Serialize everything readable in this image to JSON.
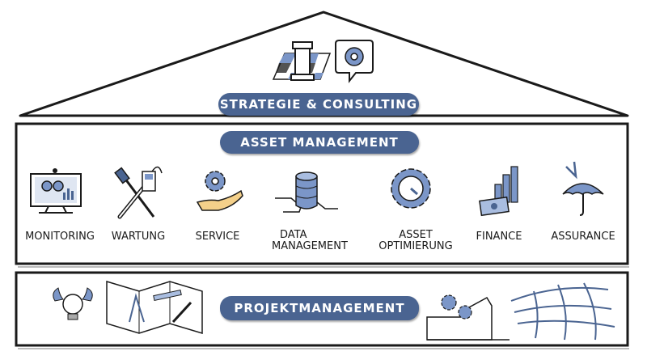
{
  "roof": {
    "title": "STRATEGIE & CONSULTING"
  },
  "asset_management": {
    "title": "ASSET MANAGEMENT",
    "items": [
      {
        "label": "MONITORING",
        "icon": "monitor-icon"
      },
      {
        "label": "WARTUNG",
        "icon": "tools-icon"
      },
      {
        "label": "SERVICE",
        "icon": "gear-hand-icon"
      },
      {
        "label_line1": "DATA",
        "label_line2": "MANAGEMENT",
        "icon": "database-icon"
      },
      {
        "label_line1": "ASSET",
        "label_line2": "OPTIMIERUNG",
        "icon": "gauge-gear-icon"
      },
      {
        "label": "FINANCE",
        "icon": "money-chart-icon"
      },
      {
        "label": "ASSURANCE",
        "icon": "umbrella-icon"
      }
    ]
  },
  "project_management": {
    "title": "PROJEKTMANAGEMENT"
  },
  "colors": {
    "accent": "#4a6491",
    "icon_fill": "#7b96c8",
    "hand_fill": "#f4d08a",
    "outline": "#1a1a1a"
  }
}
